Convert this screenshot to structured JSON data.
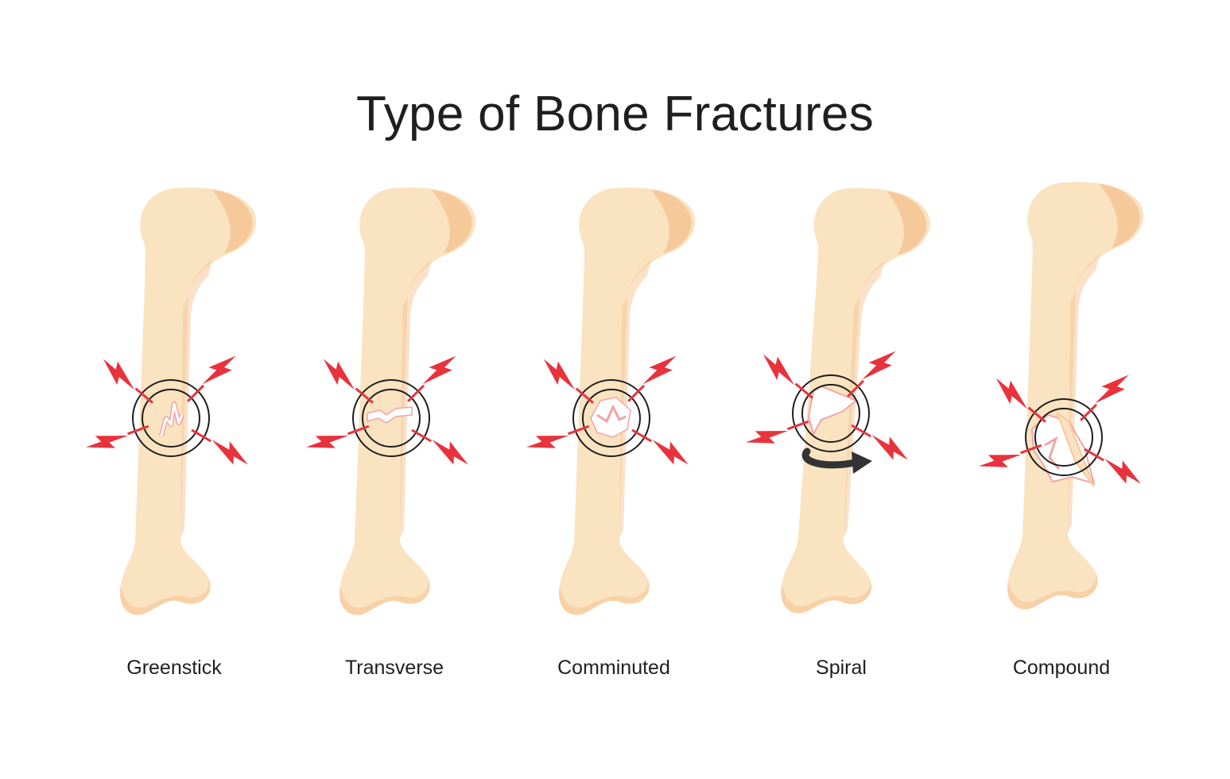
{
  "title": "Type of Bone Fractures",
  "colors": {
    "bone": "#fae3c0",
    "bone_shade": "#f6c99b",
    "fracture_white": "#ffffff",
    "fracture_pink": "#f2a4a4",
    "pain_red": "#e8333c",
    "ring": "#1e1e1e",
    "arrow": "#333333"
  },
  "fractures": [
    {
      "name": "Greenstick",
      "icon": "bone-greenstick-fracture-icon"
    },
    {
      "name": "Transverse",
      "icon": "bone-transverse-fracture-icon"
    },
    {
      "name": "Comminuted",
      "icon": "bone-comminuted-fracture-icon"
    },
    {
      "name": "Spiral",
      "icon": "bone-spiral-fracture-icon"
    },
    {
      "name": "Compound",
      "icon": "bone-compound-fracture-icon"
    }
  ]
}
